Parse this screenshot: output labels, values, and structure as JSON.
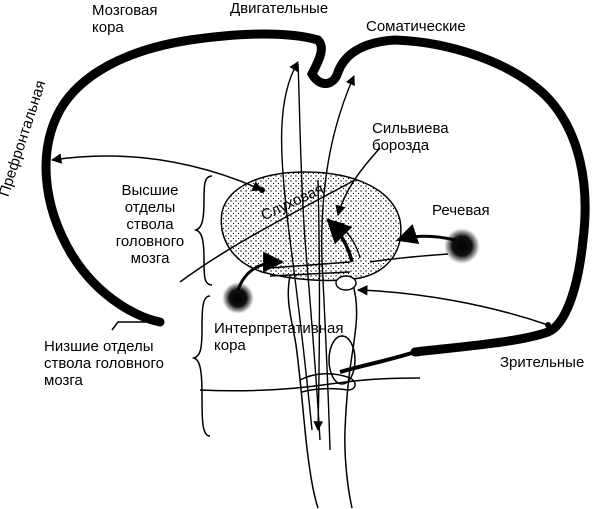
{
  "labels": {
    "brain_cortex": "Мозговая кора",
    "motor": "Двигательные",
    "somatic": "Соматические",
    "prefrontal": "Префронтальная",
    "sylvian_fissure": "Сильвиева борозда",
    "higher_brainstem": "Высшие отделы ствола головного мозга",
    "auditory": "Слуховая",
    "speech": "Речевая",
    "interpretive_cortex": "Интерпретативная кора",
    "lower_brainstem": "Низшие отделы ствола головного мозга",
    "visual": "Зрительные"
  }
}
